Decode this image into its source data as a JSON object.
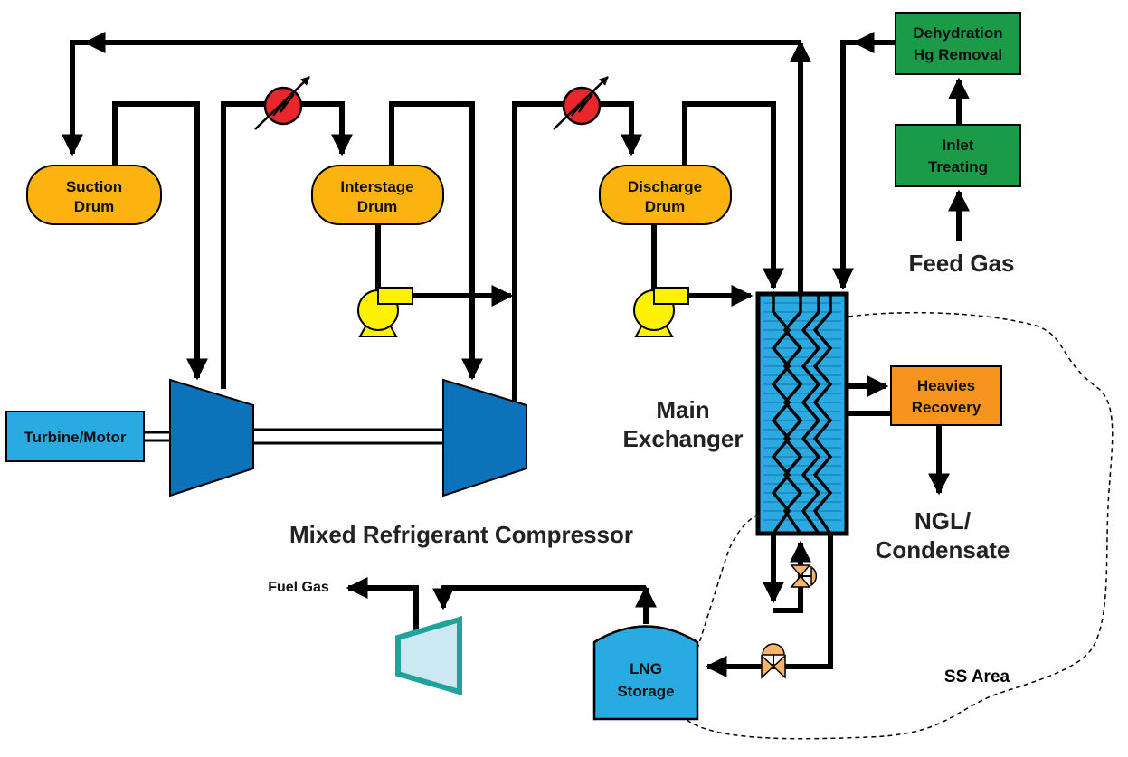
{
  "diagram": {
    "nodes": {
      "suction_drum": [
        "Suction",
        "Drum"
      ],
      "interstage_drum": [
        "Interstage",
        "Drum"
      ],
      "discharge_drum": [
        "Discharge",
        "Drum"
      ],
      "dehydration": [
        "Dehydration",
        "Hg Removal"
      ],
      "inlet_treating": [
        "Inlet",
        "Treating"
      ],
      "heavies_recovery": [
        "Heavies",
        "Recovery"
      ],
      "turbine_motor": "Turbine/Motor",
      "lng_storage": [
        "LNG",
        "Storage"
      ]
    },
    "labels": {
      "feed_gas": "Feed Gas",
      "main_exchanger": [
        "Main",
        "Exchanger"
      ],
      "ngl_condensate": [
        "NGL/",
        "Condensate"
      ],
      "compressor_title": "Mixed Refrigerant Compressor",
      "fuel_gas": "Fuel Gas",
      "ss_area": "SS Area"
    },
    "colors": {
      "drum": "#FBB30F",
      "treating": "#1B9A47",
      "heavies": "#F7941D",
      "turbine": "#29ABE2",
      "compressor": "#0C72BA",
      "exchanger": "#29ABE2",
      "pump": "#FFF200",
      "cooler": "#E8262B",
      "valve": "#F7B46A",
      "expander": "#1FA39B"
    }
  }
}
